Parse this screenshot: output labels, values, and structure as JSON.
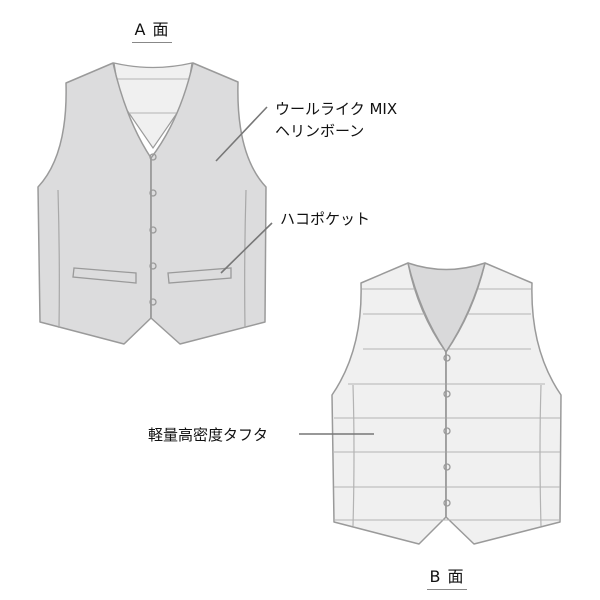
{
  "titles": {
    "side_a": "A 面",
    "side_b": "B 面"
  },
  "labels": {
    "wool_line1": "ウールライク MIX",
    "wool_line2": "ヘリンボーン",
    "pocket": "ハコポケット",
    "taffeta": "軽量高密度タフタ"
  },
  "colors": {
    "vest_a_fill": "#dcdcdd",
    "vest_a_lining": "#f0f0f0",
    "vest_b_fill": "#f0f0f0",
    "vest_b_neck": "#d9d9da",
    "outline": "#9a9a9a",
    "leader_line": "#777777",
    "title_underline": "#888888"
  },
  "vest_a": {
    "buttons": 5,
    "pockets": 2
  },
  "vest_b": {
    "buttons": 5,
    "quilt_lines": 6
  }
}
